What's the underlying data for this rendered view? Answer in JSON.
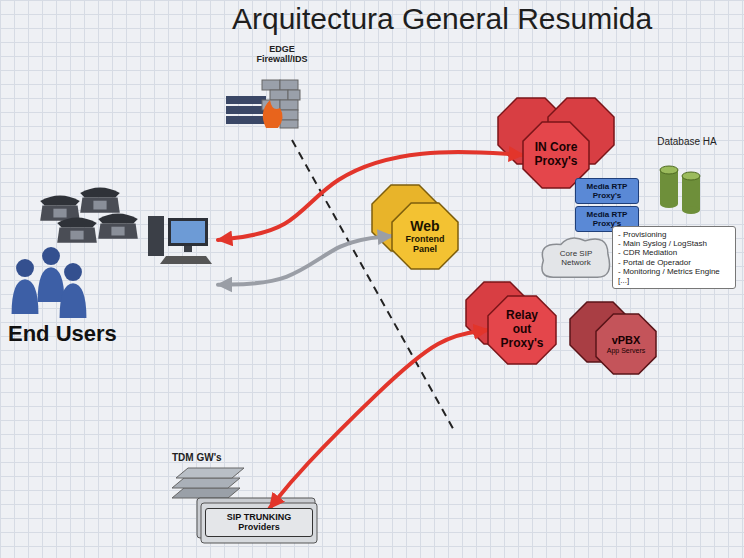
{
  "diagram": {
    "title": "Arquitectura General Resumida",
    "nodes": [
      {
        "text": [
          "End Users"
        ]
      },
      {
        "text": [
          "Web",
          "Frontend Panel"
        ]
      },
      {
        "text": [
          "IN Core Proxy's"
        ]
      },
      {
        "text": [
          "Media RTP Proxy's"
        ]
      },
      {
        "text": [
          "Media RTP Proxy's"
        ]
      },
      {
        "text": [
          "Core SIP Network"
        ]
      },
      {
        "text": [
          "Database HA"
        ]
      },
      {
        "text": [
          "- Provisioning",
          "- Main Syslog / LogStash",
          "- CDR Mediation",
          "- Portal de Operador",
          "- Monitoring / Metrics Engine",
          "[...]"
        ]
      },
      {
        "text": [
          "Relay out Proxy's"
        ]
      },
      {
        "text": [
          "vPBX",
          "App Servers"
        ]
      },
      {
        "text": [
          "SIP TRUNKING Providers"
        ]
      }
    ],
    "edges": [
      {
        "from": 0,
        "to": 2,
        "arrow": "both"
      },
      {
        "from": 1,
        "to": 0,
        "arrow": "both"
      },
      {
        "from": 10,
        "to": 8,
        "arrow": "both"
      }
    ],
    "labels": [
      "EDGE Firewall/IDS",
      "TDM GW's"
    ]
  }
}
